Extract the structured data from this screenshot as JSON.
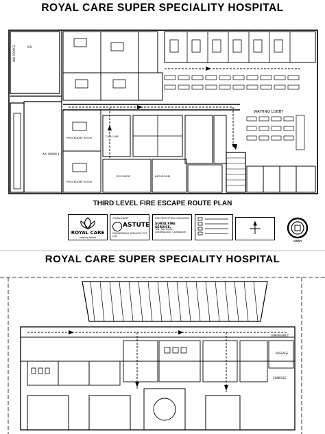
{
  "sheet1": {
    "title": "ROYAL CARE SUPER SPECIALITY HOSPITAL",
    "plan_caption": "THIRD LEVEL FIRE ESCAPE ROUTE PLAN",
    "room_labels": {
      "icu": "ICU",
      "aiu_room_2": "AIU ROOM 2",
      "aiu_room_1": "AIU ROOM 1",
      "waiting_lobby": "WAITING LOBBY",
      "procedure_room": "PROCEDURE ROOM",
      "procedure_room_b": "PROCEDURE ROOM",
      "cath_lab": "CATH LAB",
      "recovery": "RECOVERY",
      "bathroom": "BATHROOM"
    },
    "legend": {
      "royal_care_logo_text": "ROYAL CARE",
      "royal_care_tagline": "healing hands",
      "astute_heading": "CONSULTANT",
      "astute_name": "ASTUTE",
      "astute_sub": "ENGINEERING SERVICES PVT. LTD.",
      "surya_heading": "FIRE PROTECTION CONSULTANT",
      "surya_name": "SURYA FIRE SERVICE,",
      "surya_address": "104, 5th Street, Gandhipuram, Coimbatore",
      "nabh_label": "NABH"
    }
  },
  "sheet2": {
    "title": "ROYAL CARE SUPER SPECIALITY HOSPITAL",
    "room_labels": {
      "emergency": "EMERGENCY",
      "console": "CONSOLE",
      "passage": "PASSAGE"
    }
  },
  "colors": {
    "ink": "#000000",
    "paper": "#ffffff"
  }
}
